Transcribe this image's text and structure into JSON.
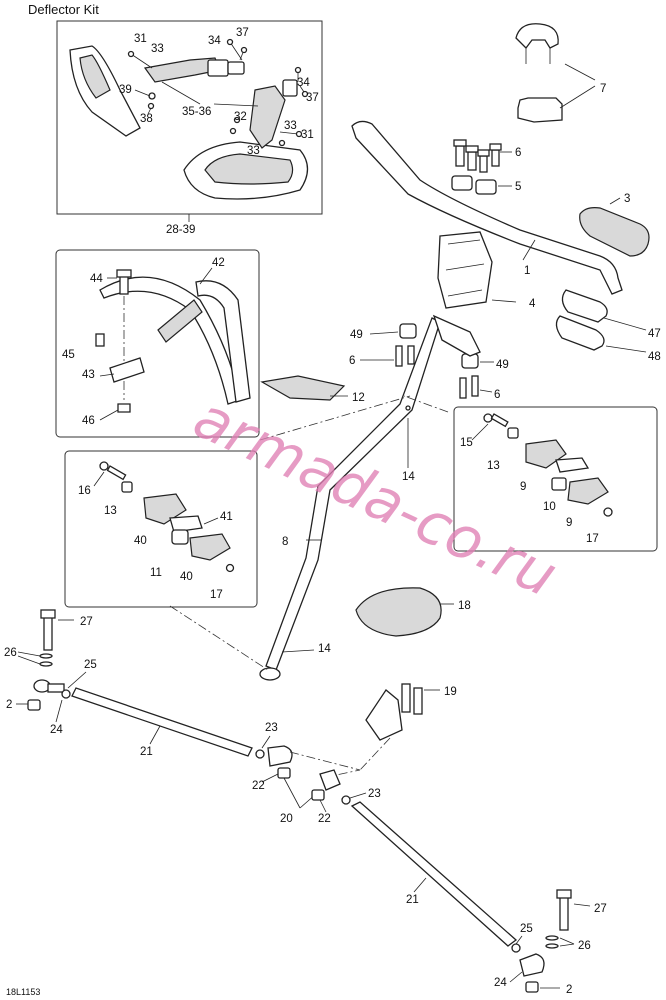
{
  "diagram": {
    "kit_title": "Deflector Kit",
    "kit_range": "28-39",
    "reference": "18L1153",
    "watermark": "armada-co.ru",
    "callouts": {
      "c31a": "31",
      "c33a": "33",
      "c34a": "34",
      "c37a": "37",
      "c39": "39",
      "c38": "38",
      "c35_36": "35-36",
      "c34b": "34",
      "c37b": "37",
      "c32": "32",
      "c33b": "33",
      "c33c": "33",
      "c31b": "31",
      "c7": "7",
      "c6a": "6",
      "c5": "5",
      "c3": "3",
      "c1": "1",
      "c4": "4",
      "c47": "47",
      "c48": "48",
      "c49a": "49",
      "c49b": "49",
      "c6b": "6",
      "c6c": "6",
      "c12": "12",
      "c42": "42",
      "c44": "44",
      "c45": "45",
      "c43": "43",
      "c46": "46",
      "c15": "15",
      "c13a": "13",
      "c9a": "9",
      "c10": "10",
      "c9b": "9",
      "c17a": "17",
      "c14a": "14",
      "c14b": "14",
      "c8": "8",
      "c18": "18",
      "c16": "16",
      "c13b": "13",
      "c41": "41",
      "c40a": "40",
      "c11": "11",
      "c40b": "40",
      "c17b": "17",
      "c27a": "27",
      "c26a": "26",
      "c25a": "25",
      "c2a": "2",
      "c24a": "24",
      "c21a": "21",
      "c23a": "23",
      "c22a": "22",
      "c20": "20",
      "c22b": "22",
      "c23b": "23",
      "c19": "19",
      "c21b": "21",
      "c25b": "25",
      "c27b": "27",
      "c26b": "26",
      "c24b": "24",
      "c2b": "2"
    }
  }
}
